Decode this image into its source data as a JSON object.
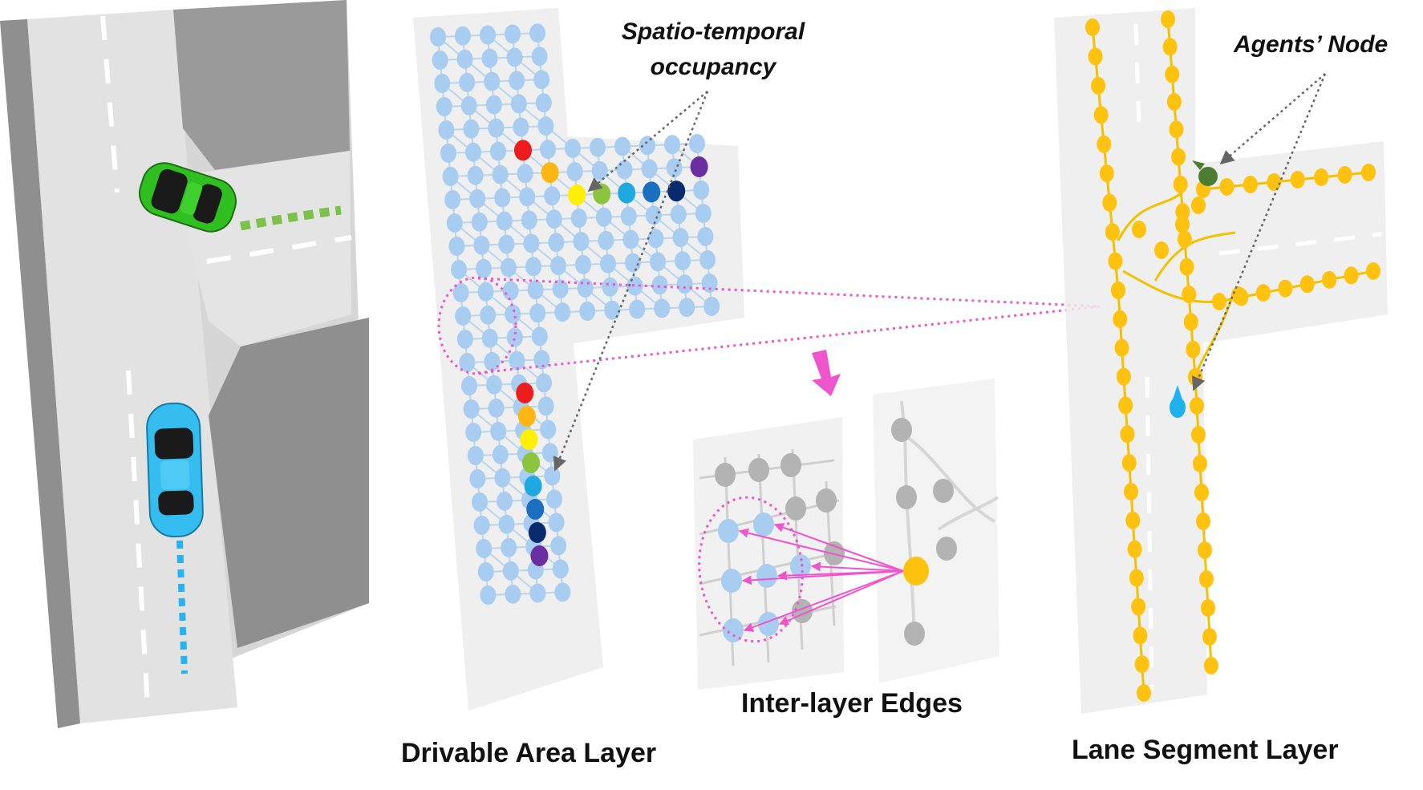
{
  "annotations": {
    "spatio_temporal": "Spatio-temporal occupancy",
    "agents_node": "Agents’ Node"
  },
  "captions": {
    "drivable_area": "Drivable Area Layer",
    "inter_layer": "Inter-layer Edges",
    "lane_segment": "Lane Segment Layer"
  },
  "colors": {
    "grid_node": "#a9cdf0",
    "grid_edge": "#b9d5ee",
    "lane_node": "#ffc20e",
    "lane_edge": "#f2c200",
    "gray_node": "#b3b3b3",
    "highlight": "#ee55cc",
    "green_car": "#31bd22",
    "blue_car": "#35bdf0",
    "occupancy_sequence": [
      "#ee1c1c",
      "#fdb713",
      "#ffef00",
      "#8bc43f",
      "#1ea9e1",
      "#1a6fc0",
      "#0a2a6e",
      "#6a2ea0"
    ]
  },
  "icons": [
    "green-car-icon",
    "blue-car-icon",
    "green-agent-marker-icon",
    "blue-agent-marker-icon",
    "highlight-arrow-icon"
  ]
}
